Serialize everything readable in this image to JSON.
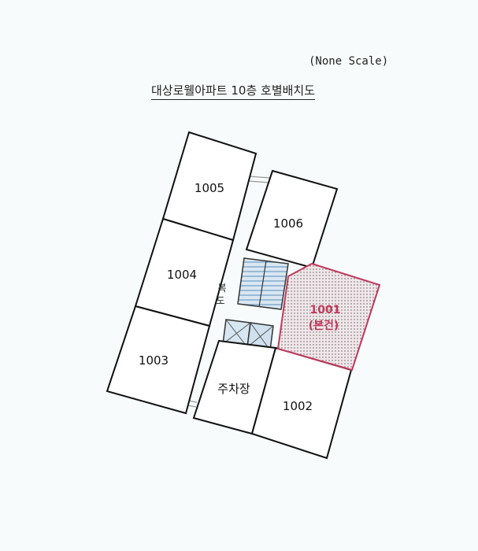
{
  "header": {
    "scale_note": "(None Scale)",
    "title": "대상로웰아파트 10층 호별배치도"
  },
  "units": {
    "u1005": "1005",
    "u1006": "1006",
    "u1004": "1004",
    "u1003": "1003",
    "u1002": "1002",
    "u1001": "1001",
    "u1001_note": "(본건)"
  },
  "facilities": {
    "corridor_line1": "복",
    "corridor_line2": "도",
    "parking": "주차장"
  },
  "colors": {
    "subject_outline": "#c0395a",
    "subject_text": "#c0395a",
    "stair_blue": "#8fb6d8"
  }
}
